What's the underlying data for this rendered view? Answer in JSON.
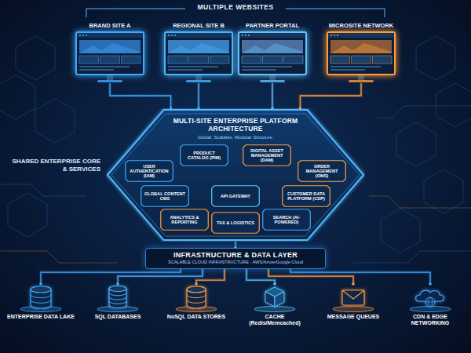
{
  "diagram": {
    "title": "MULTIPLE WEBSITES",
    "nodes": [
      {
        "text": [
          "BRAND SITE A"
        ]
      },
      {
        "text": [
          "REGIONAL SITE B"
        ]
      },
      {
        "text": [
          "PARTNER PORTAL"
        ]
      },
      {
        "text": [
          "MICROSITE NETWORK"
        ]
      },
      {
        "text": [
          "MULTI-SITE ENTERPRISE PLATFORM ARCHITECTURE",
          "Global, Scalable, Modular Structure."
        ]
      },
      {
        "text": [
          "USER AUTHENTICATION (IAM)"
        ],
        "in": 4
      },
      {
        "text": [
          "PRODUCT CATALOG (PIM)"
        ],
        "in": 4
      },
      {
        "text": [
          "DIGITAL ASSET MANAGEMENT (DAM)"
        ],
        "in": 4
      },
      {
        "text": [
          "ORDER MANAGEMENT (OMS)"
        ],
        "in": 4
      },
      {
        "text": [
          "GLOBAL CONTENT CMS"
        ],
        "in": 4
      },
      {
        "text": [
          "API GATEWAY"
        ],
        "in": 4
      },
      {
        "text": [
          "CUSTOMER DATA PLATFORM (CDP)"
        ],
        "in": 4
      },
      {
        "text": [
          "ANALYTICS & REPORTING"
        ],
        "in": 4
      },
      {
        "text": [
          "SEARCH (AI-POWERED)"
        ],
        "in": 4
      },
      {
        "text": [
          "TAX & LOGISTICS"
        ],
        "in": 4
      },
      {
        "text": [
          "INFRASTRUCTURE & DATA LAYER",
          "SCALABLE CLOUD INFRASTRUCTURE - AWS/Azure/Google Cloud"
        ]
      },
      {
        "text": [
          "ENTERPRISE DATA LAKE"
        ]
      },
      {
        "text": [
          "SQL DATABASES"
        ]
      },
      {
        "text": [
          "NoSQL DATA STORES"
        ]
      },
      {
        "text": [
          "CACHE (Redis/Memcached)"
        ]
      },
      {
        "text": [
          "MESSAGE QUEUES"
        ]
      },
      {
        "text": [
          "CDN & EDGE NETWORKING"
        ]
      }
    ],
    "edges": [
      {
        "from": 0,
        "to": 4,
        "arrow": "none"
      },
      {
        "from": 1,
        "to": 4,
        "arrow": "none"
      },
      {
        "from": 2,
        "to": 4,
        "arrow": "none"
      },
      {
        "from": 3,
        "to": 4,
        "arrow": "none"
      },
      {
        "from": 4,
        "to": 15,
        "arrow": "none"
      },
      {
        "from": 15,
        "to": 16,
        "arrow": "none"
      },
      {
        "from": 15,
        "to": 17,
        "arrow": "none"
      },
      {
        "from": 15,
        "to": 18,
        "arrow": "none"
      },
      {
        "from": 15,
        "to": 19,
        "arrow": "none"
      },
      {
        "from": 15,
        "to": 20,
        "arrow": "none"
      },
      {
        "from": 15,
        "to": 21,
        "arrow": "none"
      }
    ],
    "labels": [
      "SHARED ENTERPRISE CORE & SERVICES"
    ]
  }
}
